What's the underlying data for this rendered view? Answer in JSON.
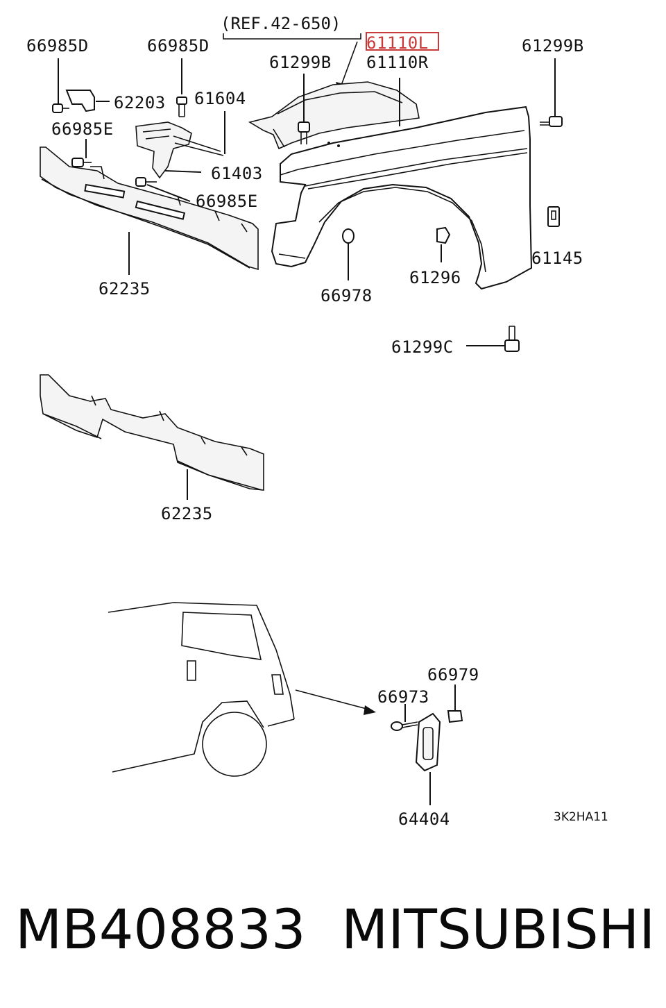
{
  "figure": {
    "reference": "(REF.42-650)",
    "highlight_color": "#c83a3a",
    "diagram_code": "3K2HA11"
  },
  "labels": {
    "l66985D_a": "66985D",
    "l66985D_b": "66985D",
    "l62203": "62203",
    "l61604": "61604",
    "l66985E_a": "66985E",
    "l61403": "61403",
    "l66985E_b": "66985E",
    "l62235_a": "62235",
    "l61299B_a": "61299B",
    "l61110L": "61110L",
    "l61110R": "61110R",
    "l61299B_b": "61299B",
    "l61145": "61145",
    "l61296": "61296",
    "l66978": "66978",
    "l61299C": "61299C",
    "l62235_b": "62235",
    "l66979": "66979",
    "l66973": "66973",
    "l64404": "64404"
  },
  "footer": {
    "part_number": "MB408833",
    "brand": "MITSUBISHI"
  }
}
